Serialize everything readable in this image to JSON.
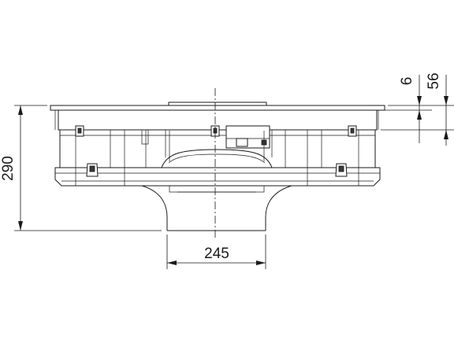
{
  "dimensions": {
    "height_total": "290",
    "outlet_width": "245",
    "top_offset_6": "6",
    "top_offset_56": "56"
  }
}
